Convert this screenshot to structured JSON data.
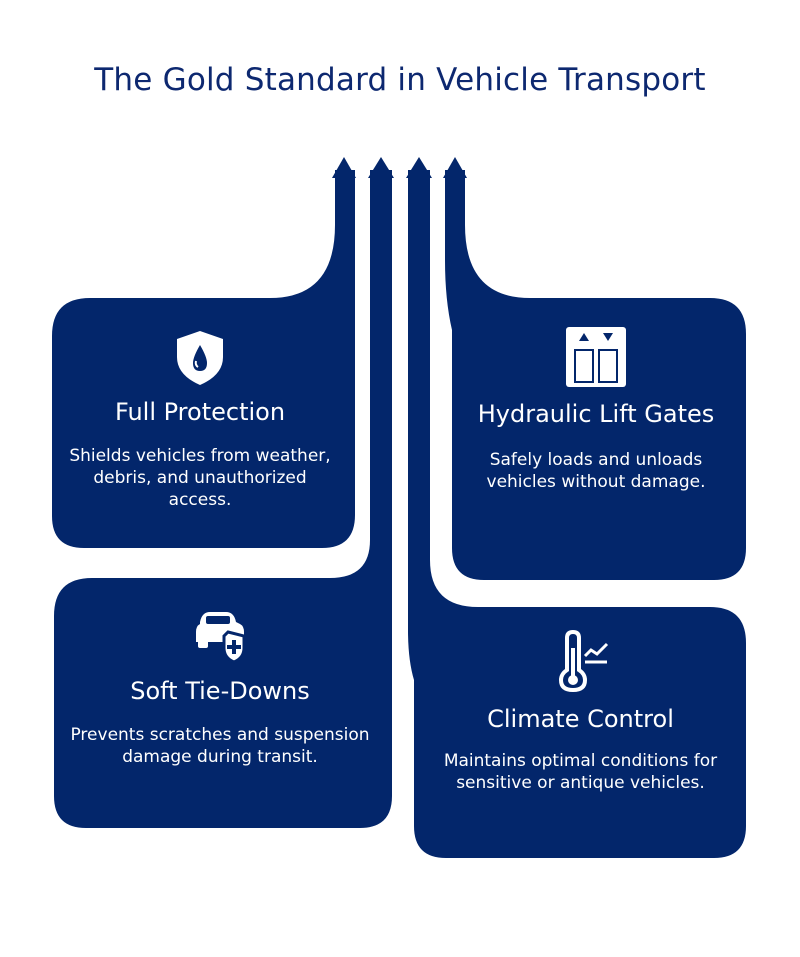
{
  "title": "The Gold Standard in Vehicle Transport",
  "colors": {
    "navy": "#03266b",
    "title": "#0d2870",
    "background": "#ffffff"
  },
  "features": [
    {
      "heading": "Full Protection",
      "description": "Shields vehicles from weather, debris, and unauthorized access.",
      "icon": "shield-drop-icon"
    },
    {
      "heading": "Hydraulic Lift Gates",
      "description": "Safely loads and unloads vehicles without damage.",
      "icon": "elevator-icon"
    },
    {
      "heading": "Soft Tie-Downs",
      "description": "Prevents scratches and suspension damage during transit.",
      "icon": "car-shield-plus-icon"
    },
    {
      "heading": "Climate Control",
      "description": "Maintains optimal conditions for sensitive or antique vehicles.",
      "icon": "thermometer-icon"
    }
  ]
}
